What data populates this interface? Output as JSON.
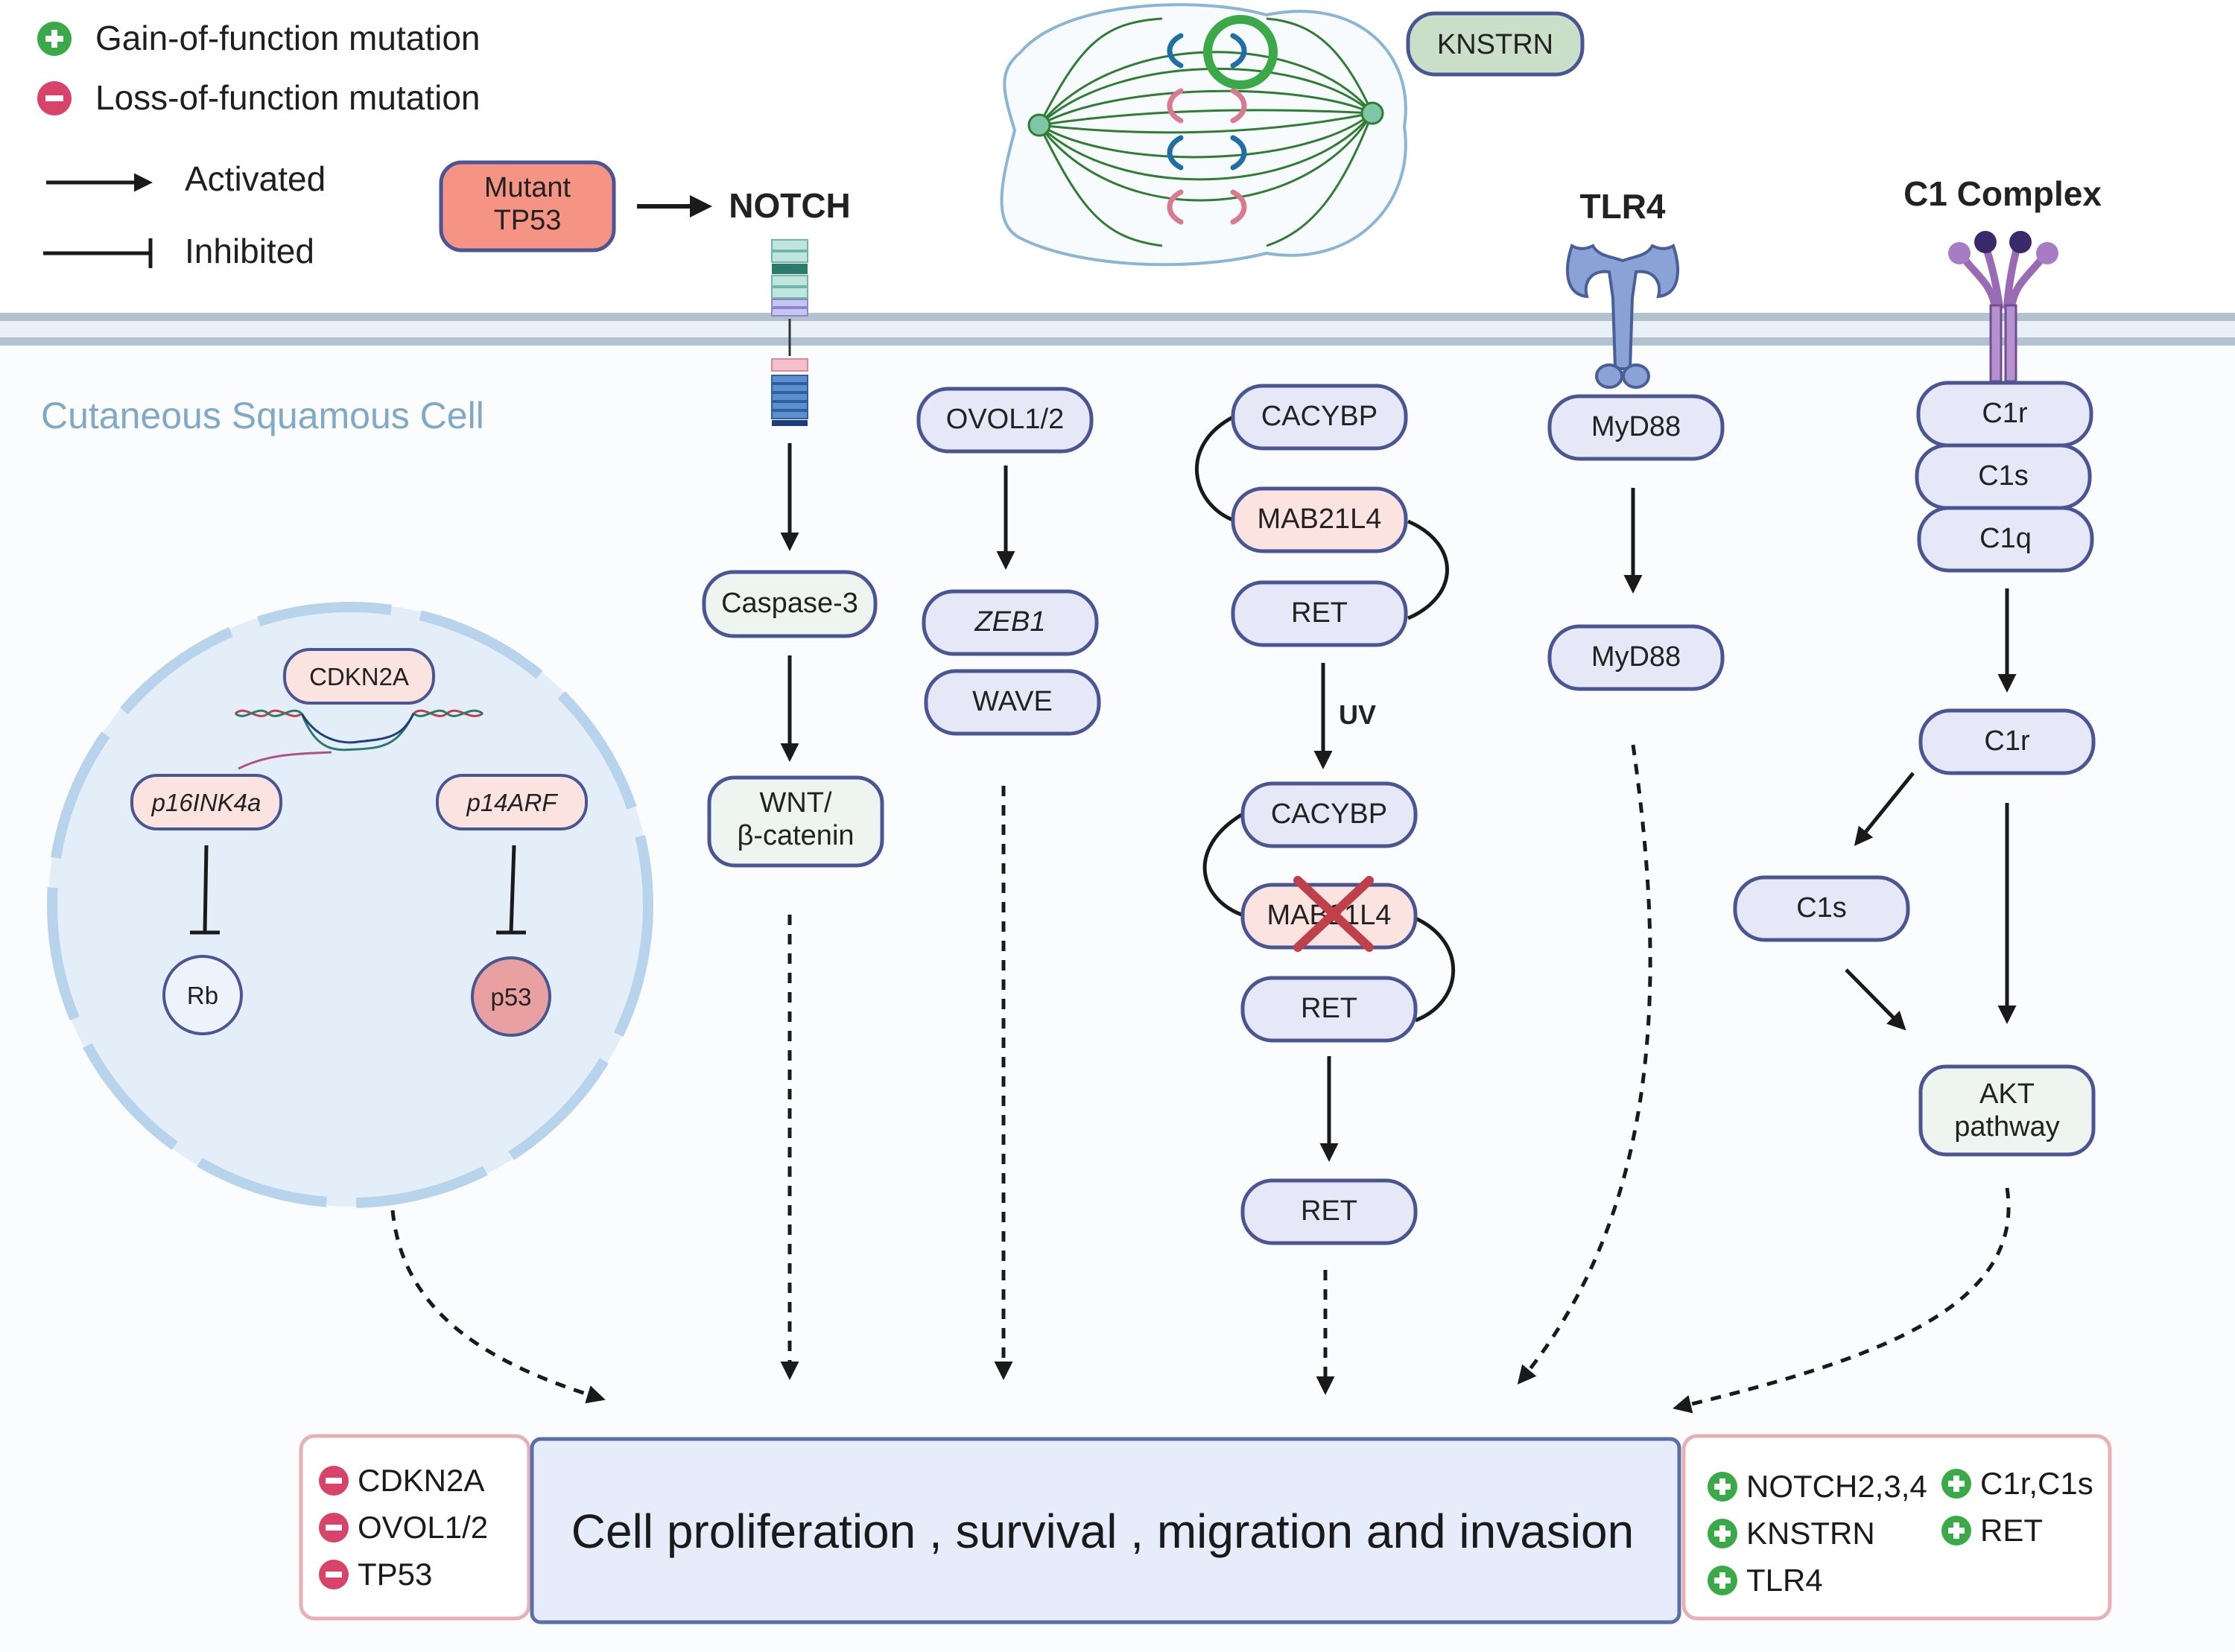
{
  "legend": {
    "gain": "Gain-of-function mutation",
    "loss": "Loss-of-function mutation",
    "activated": "Activated",
    "inhibited": "Inhibited"
  },
  "header": {
    "mutant_tp53_line1": "Mutant",
    "mutant_tp53_line2": "TP53",
    "notch": "NOTCH",
    "knstrn": "KNSTRN",
    "tlr4": "TLR4",
    "c1_complex": "C1 Complex"
  },
  "cell_label": "Cutaneous Squamous Cell",
  "nucleus": {
    "gene": "CDKN2A",
    "p16": "p16INK4a",
    "p14": "p14ARF",
    "rb": "Rb",
    "p53": "p53"
  },
  "notch_path": {
    "caspase": "Caspase-3",
    "wnt_line1": "WNT/",
    "wnt_line2": "β-catenin"
  },
  "ovol_path": {
    "ovol": "OVOL1/2",
    "zeb1": "ZEB1",
    "wave": "WAVE"
  },
  "mab_path": {
    "cacybp": "CACYBP",
    "mab": "MAB21L4",
    "ret": "RET",
    "uv": "UV",
    "cacybp2": "CACYBP",
    "mab2": "MAB21L4",
    "ret2": "RET",
    "ret3": "RET"
  },
  "tlr_path": {
    "myd88_a": "MyD88",
    "myd88_b": "MyD88"
  },
  "c1_path": {
    "c1r": "C1r",
    "c1s": "C1s",
    "c1q": "C1q",
    "c1r2": "C1r",
    "c1s2": "C1s",
    "akt_line1": "AKT",
    "akt_line2": "pathway"
  },
  "outcome": {
    "main": "Cell proliferation , survival , migration and invasion",
    "loss": [
      "CDKN2A",
      "OVOL1/2",
      "TP53"
    ],
    "gain_col1": [
      "NOTCH2,3,4",
      "KNSTRN",
      "TLR4"
    ],
    "gain_col2": [
      "C1r,C1s",
      "RET"
    ]
  },
  "colors": {
    "node_fill": "#e6e8f7",
    "node_stroke": "#4a5593",
    "pink_fill": "#fbe3df",
    "green_node_fill": "#eef5f1",
    "mutant_fill": "#f59484",
    "knstrn_fill": "#c9dfc7",
    "gain_icon": "#3aaa48",
    "loss_icon": "#d9436a",
    "membrane": "#b3c2cf",
    "cell_label": "#7fa9c7",
    "nucleus_fill": "#e4eef8",
    "nucleus_stroke": "#b8d4ed",
    "cross": "#c0404a"
  }
}
